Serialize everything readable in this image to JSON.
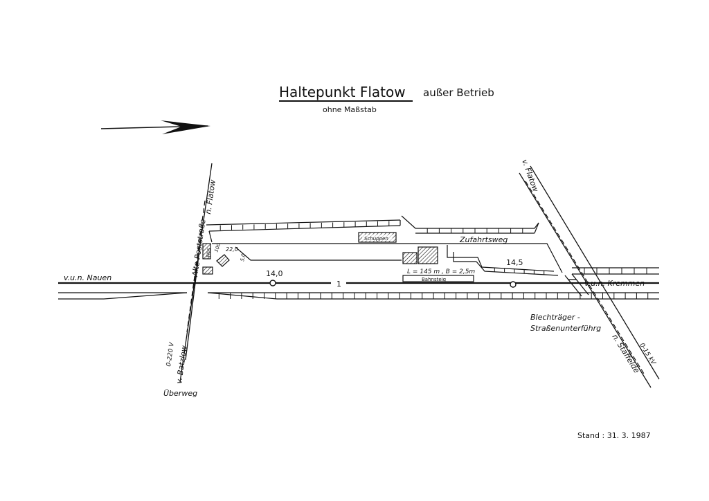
{
  "header": {
    "title": "Haltepunkt Flatow",
    "status": "außer Betrieb",
    "subtitle": "ohne Maßstab"
  },
  "labels": {
    "west_line": "v.u.n. Nauen",
    "east_line": "v.u.n. Kremmen",
    "km_west": "14,0",
    "km_east": "14,5",
    "track_no": "1",
    "platform_dims": "L = 145 m , B = 2,5m",
    "platform": "Bahnsteig",
    "access_road": "Zufahrtsweg",
    "post_road": "Alte Poststraße",
    "to_flatow": "n. Flatow",
    "from_batzlow": "v. Batzlow",
    "crossing": "Überweg",
    "power_220": "0-220 V",
    "dim_100": "100",
    "dim_220": "22,0",
    "dim_50": "5,0",
    "building_small": "WbS",
    "shed": "Schuppen",
    "from_flatow": "v. Flatow",
    "to_staffelde": "n. Staffelde",
    "bridge_line1": "Blechträger -",
    "bridge_line2": "Straßenunterführg",
    "power_15kv": "0-15 kV"
  },
  "footer": {
    "stand": "Stand : 31. 3. 1987"
  }
}
